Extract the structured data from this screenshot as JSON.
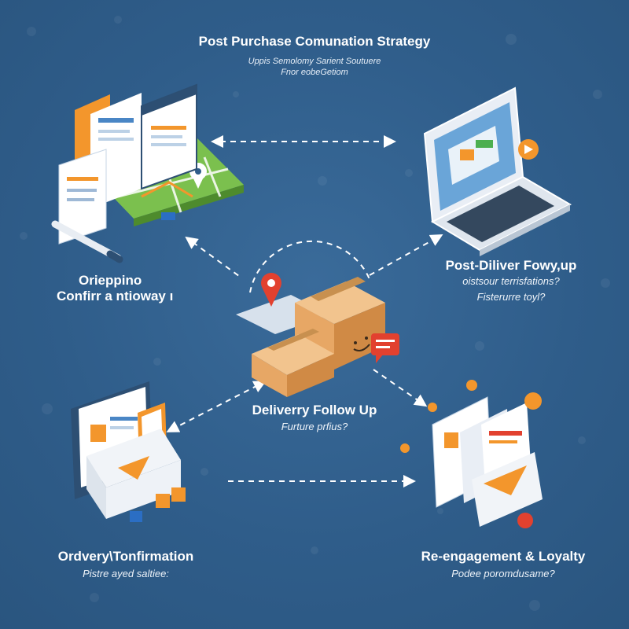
{
  "title": "Post Purchase Comunation Strategy",
  "subtitle_1": "Uppis Semolomy Sarient Soutuere",
  "subtitle_2": "Fnor eobeGetiom",
  "nodes": {
    "top_left": {
      "line1": "Orieppino",
      "line2": "Confirr a ntioway ı"
    },
    "top_right": {
      "line1": "Post-Diliver Fowy,up",
      "line2": "oistsour terrisfations?",
      "line3": "Fisterurre toyl?"
    },
    "center": {
      "line1": "Deliverry Follow Up",
      "line2": "Furture prfius?"
    },
    "bottom_left": {
      "line1": "Ordvery\\Tonfirmation",
      "line2": "Pistre ayed saltiee:"
    },
    "bottom_right": {
      "line1": "Re-engagement & Loyalty",
      "line2": "Podee poromdusame?"
    }
  },
  "colors": {
    "background": "#2f5d8a",
    "accent_orange": "#f3962c",
    "accent_red": "#e2412f",
    "box_tan": "#e7a765"
  },
  "icons": [
    "documents-map-icon",
    "laptop-icon",
    "package-boxes-icon",
    "email-envelope-icon",
    "loyalty-envelope-icon"
  ]
}
